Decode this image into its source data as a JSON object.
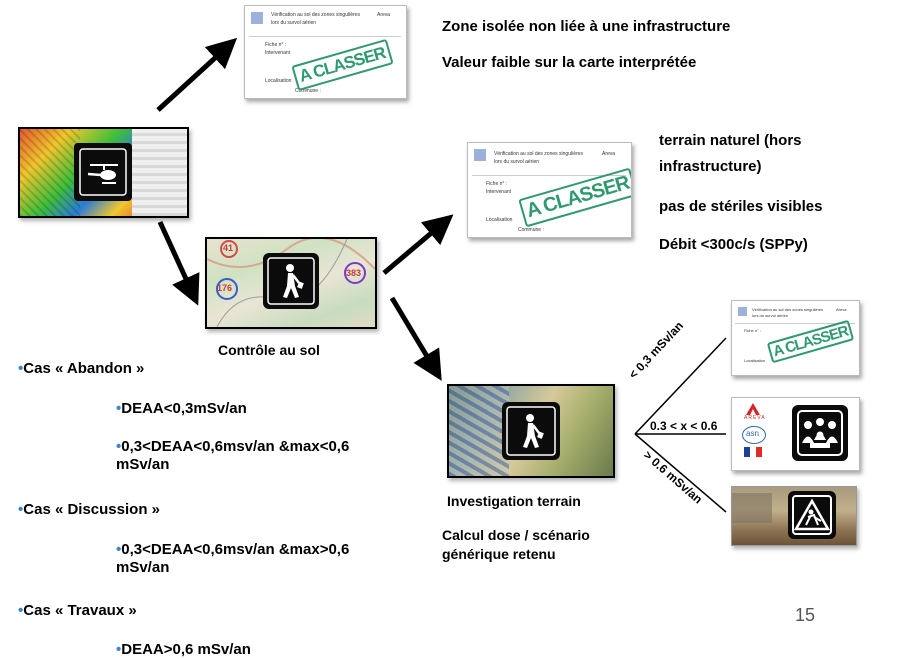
{
  "top_right_lines": [
    "Zone isolée non liée à une infrastructure",
    "Valeur faible sur la carte interprétée"
  ],
  "middle_right_lines": [
    "terrain naturel (hors",
    "infrastructure)",
    "pas de stériles visibles",
    "Débit <300c/s (SPPy)"
  ],
  "controle_label": "Contrôle au sol",
  "investigation_label": "Investigation terrain",
  "calcul_lines": [
    "Calcul dose / scénario",
    "générique retenu"
  ],
  "fiche": {
    "title": "Vérification au sol des zones singulières",
    "subtitle": "lors du survol aérien",
    "corner": "Areva",
    "fiche_n": "Fiche n° :",
    "intervenant": "Intervenant",
    "localisation": "Localisation",
    "commune": "Commune :",
    "stamp": "A CLASSER"
  },
  "branches": {
    "low": "< 0,3 mSv/an",
    "mid": "0.3 < x < 0.6",
    "high": "> 0.6 mSv/an"
  },
  "map_labels": [
    "41",
    "176",
    "383"
  ],
  "logos": {
    "areva": "AREVA",
    "asn": "asn"
  },
  "cases": [
    {
      "title": "Cas « Abandon »",
      "items": [
        "DEAA<0,3mSv/an",
        "0,3<DEAA<0,6msv/an &max<0,6 mSv/an"
      ]
    },
    {
      "title": "Cas « Discussion »",
      "items": [
        "0,3<DEAA<0,6msv/an &max>0,6 mSv/an"
      ]
    },
    {
      "title": "Cas « Travaux »",
      "items": [
        "DEAA>0,6 mSv/an"
      ]
    }
  ],
  "page_number": "15",
  "bullet_char": "•"
}
